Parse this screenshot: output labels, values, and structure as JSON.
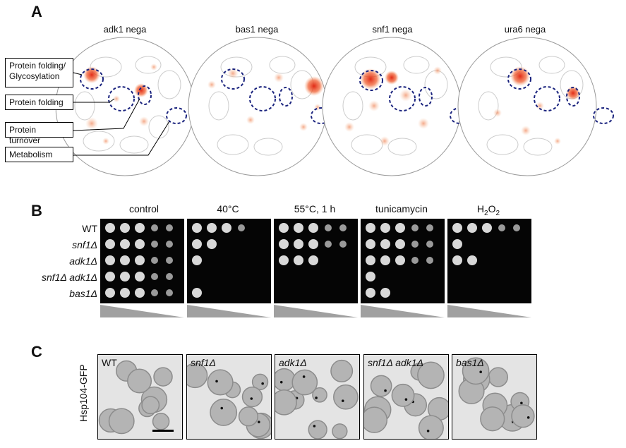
{
  "panel_a": {
    "letter": "A",
    "maps": [
      {
        "title": "adk1 nega"
      },
      {
        "title": "bas1 nega"
      },
      {
        "title": "snf1 nega"
      },
      {
        "title": "ura6 nega"
      }
    ],
    "callouts": [
      "Protein folding/ Glycosylation",
      "Protein folding",
      "Protein turnover",
      "Metabolism"
    ]
  },
  "panel_b": {
    "letter": "B",
    "conditions": [
      "control",
      "40°C",
      "55°C, 1 h",
      "tunicamycin",
      "H2O2"
    ],
    "strains": [
      "WT",
      "snf1Δ",
      "adk1Δ",
      "snf1Δ adk1Δ",
      "bas1Δ"
    ]
  },
  "panel_c": {
    "letter": "C",
    "ylabel": "Hsp104-GFP",
    "images": [
      "WT",
      "snf1Δ",
      "adk1Δ",
      "snf1Δ adk1Δ",
      "bas1Δ"
    ]
  }
}
